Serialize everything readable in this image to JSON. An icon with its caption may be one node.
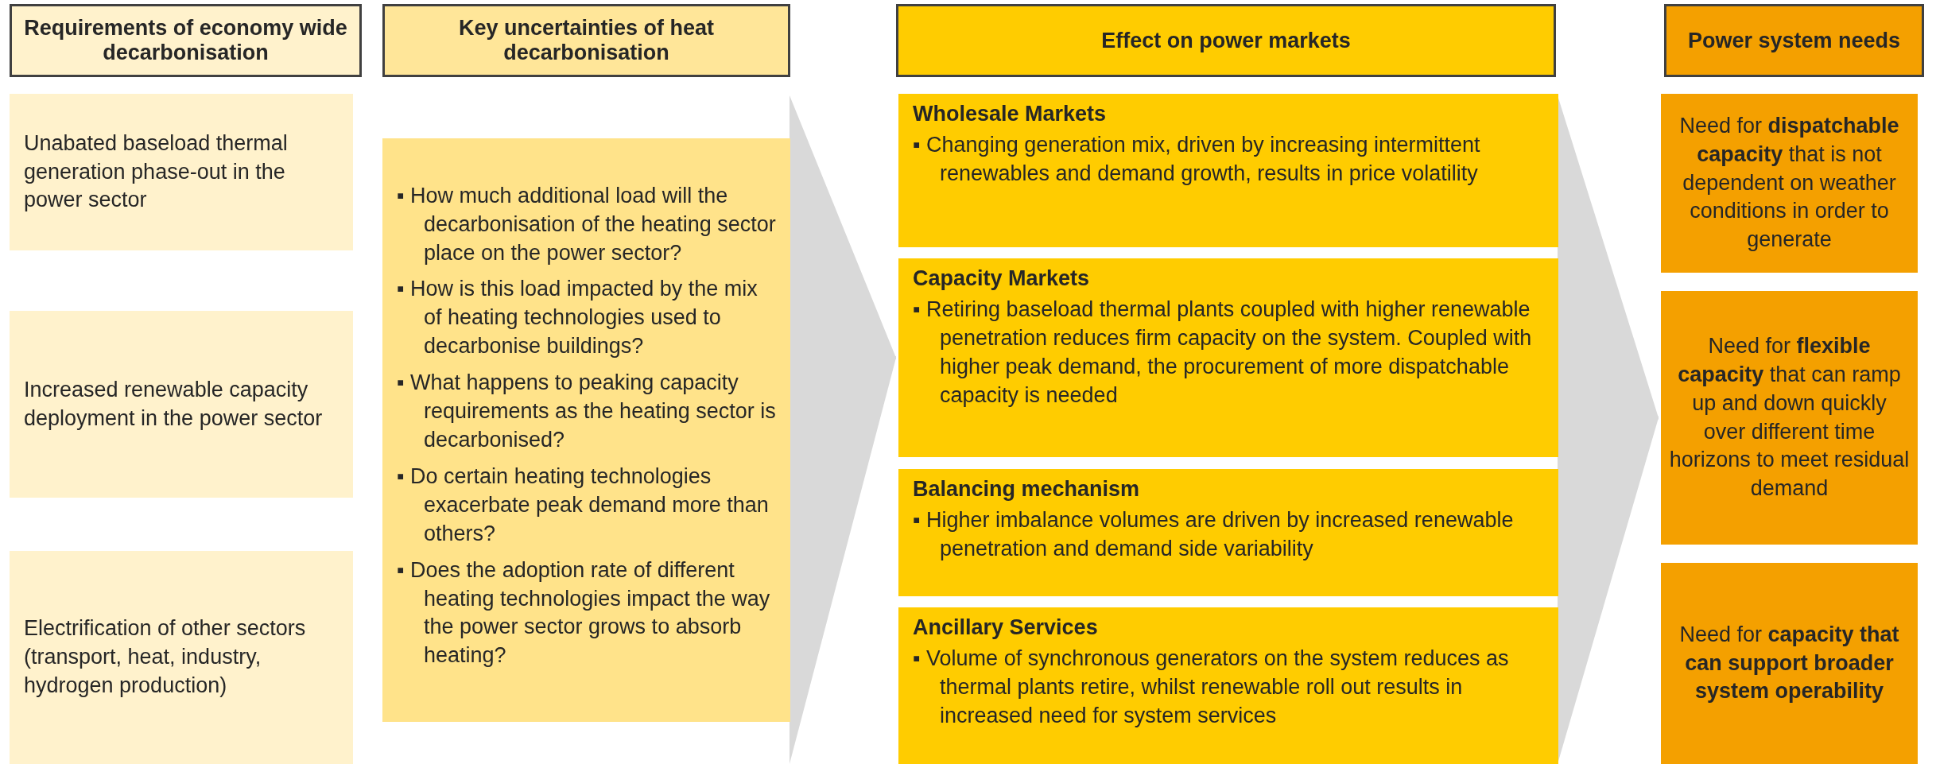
{
  "diagram": {
    "nodes": [
      {
        "text": [
          "Requirements of economy wide decarbonisation"
        ]
      },
      {
        "text": [
          "Key uncertainties of heat decarbonisation"
        ]
      },
      {
        "text": [
          "Effect on power markets"
        ]
      },
      {
        "text": [
          "Power system needs"
        ]
      },
      {
        "text": [
          "Unabated baseload thermal generation phase-out in the power sector"
        ]
      },
      {
        "text": [
          "Increased renewable capacity deployment in the power sector"
        ]
      },
      {
        "text": [
          "Electrification of other sectors (transport, heat, industry, hydrogen production)"
        ]
      },
      {
        "text": [
          "▪ How much additional load will the decarbonisation of the heating sector place on the power sector?",
          "▪ How is this load impacted by the mix of heating technologies used to decarbonise buildings?",
          "▪ What happens to peaking capacity requirements as the heating sector is decarbonised?",
          "▪ Do certain heating technologies exacerbate peak demand more than others?",
          "▪ Does the adoption rate of different heating technologies impact the way the power sector grows to absorb heating?"
        ]
      },
      {
        "text": [
          "Wholesale Markets",
          "▪ Changing generation mix, driven by increasing intermittent renewables and demand growth, results in price volatility"
        ]
      },
      {
        "text": [
          "Capacity Markets",
          "▪ Retiring baseload thermal plants coupled with higher renewable penetration reduces firm capacity on the system. Coupled with higher peak demand, the procurement of more dispatchable capacity is needed"
        ]
      },
      {
        "text": [
          "Balancing mechanism",
          "▪ Higher imbalance volumes are driven by increased renewable penetration and demand side variability"
        ]
      },
      {
        "text": [
          "Ancillary Services",
          "▪ Volume of synchronous generators on the system reduces as thermal plants retire, whilst renewable roll out results in increased need for system services"
        ]
      },
      {
        "text": [
          "Need for **dispatchable capacity** that is not dependent on weather conditions in order to generate"
        ]
      },
      {
        "text": [
          "Need for **flexible capacity** that can ramp up and down quickly over different time horizons to meet residual demand"
        ]
      },
      {
        "text": [
          "Need for **capacity that can support broader system operability**"
        ]
      }
    ],
    "edges": [
      {
        "from": 7,
        "to": 9,
        "arrow": "to"
      },
      {
        "from": 9,
        "to": 13,
        "arrow": "to"
      }
    ]
  }
}
